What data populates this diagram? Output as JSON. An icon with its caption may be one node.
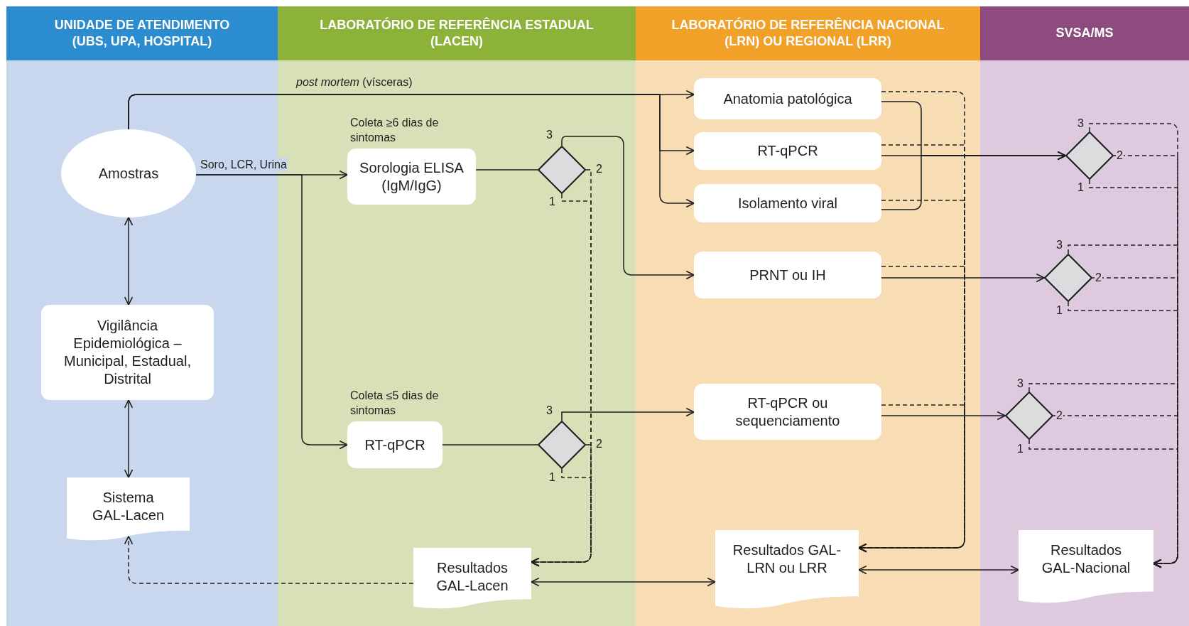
{
  "diagram": {
    "nodes": [
      {
        "text": [
          "UNIDADE DE ATENDIMENTO (UBS, UPA, HOSPITAL)"
        ]
      },
      {
        "text": [
          "LABORATÓRIO DE REFERÊNCIA ESTADUAL (LACEN)"
        ]
      },
      {
        "text": [
          "LABORATÓRIO DE REFERÊNCIA NACIONAL (LRN) OU REGIONAL (LRR)"
        ]
      },
      {
        "text": [
          "SVSA/MS"
        ]
      },
      {
        "text": [
          "Amostras"
        ],
        "in": 0
      },
      {
        "text": [
          "Vigilância Epidemiológica – Municipal, Estadual, Distrital"
        ],
        "in": 0
      },
      {
        "text": [
          "Sistema GAL-Lacen"
        ],
        "in": 0
      },
      {
        "text": [
          "Sorologia ELISA (IgM/IgG)"
        ],
        "beside": [
          "Coleta ≥6 dias de sintomas"
        ],
        "in": 1
      },
      {
        "text": [],
        "shape": "diamond",
        "in": 1
      },
      {
        "text": [
          "RT-qPCR"
        ],
        "beside": [
          "Coleta ≤5 dias de sintomas"
        ],
        "in": 1
      },
      {
        "text": [],
        "shape": "diamond",
        "in": 1
      },
      {
        "text": [
          "Resultados GAL-Lacen"
        ],
        "in": 1
      },
      {
        "text": [
          "Anatomia patológica"
        ],
        "in": 2
      },
      {
        "text": [
          "RT-qPCR"
        ],
        "in": 2
      },
      {
        "text": [
          "Isolamento viral"
        ],
        "in": 2
      },
      {
        "text": [
          "PRNT ou IH"
        ],
        "in": 2
      },
      {
        "text": [
          "RT-qPCR ou sequenciamento"
        ],
        "in": 2
      },
      {
        "text": [
          "Resultados GAL-LRN ou LRR"
        ],
        "in": 2
      },
      {
        "text": [],
        "shape": "diamond",
        "in": 3
      },
      {
        "text": [],
        "shape": "diamond",
        "in": 3
      },
      {
        "text": [],
        "shape": "diamond",
        "in": 3
      },
      {
        "text": [
          "Resultados GAL-Nacional"
        ],
        "in": 3
      }
    ],
    "edges": [
      {
        "from": 4,
        "to": 12,
        "arrow": "to",
        "label": "*post mortem* (vísceras)"
      },
      {
        "from": 4,
        "to": 13,
        "arrow": "to"
      },
      {
        "from": 4,
        "to": 14,
        "arrow": "to"
      },
      {
        "from": 4,
        "to": 7,
        "arrow": "to",
        "label": "Soro, LCR, Urina"
      },
      {
        "from": 4,
        "to": 9,
        "arrow": "to"
      },
      {
        "from": 4,
        "to": 5,
        "arrow": "both"
      },
      {
        "from": 5,
        "to": 6,
        "arrow": "both"
      },
      {
        "from": 7,
        "to": 8,
        "arrow": "none"
      },
      {
        "from": 8,
        "to": 15,
        "arrow": "to",
        "label": "3"
      },
      {
        "from": 8,
        "to": 11,
        "arrow": "to",
        "label": "2",
        "style": "dashed"
      },
      {
        "from": 8,
        "to": 11,
        "arrow": "to",
        "label": "1",
        "style": "dashed"
      },
      {
        "from": 9,
        "to": 10,
        "arrow": "none"
      },
      {
        "from": 10,
        "to": 16,
        "arrow": "to",
        "label": "3"
      },
      {
        "from": 10,
        "to": 11,
        "arrow": "to",
        "label": "2",
        "style": "dashed"
      },
      {
        "from": 10,
        "to": 11,
        "arrow": "to",
        "label": "1",
        "style": "dashed"
      },
      {
        "from": 11,
        "to": 6,
        "arrow": "to",
        "style": "dashed"
      },
      {
        "from": 11,
        "to": 17,
        "arrow": "both"
      },
      {
        "from": 12,
        "to": 18,
        "arrow": "to"
      },
      {
        "from": 13,
        "to": 18,
        "arrow": "to"
      },
      {
        "from": 14,
        "to": 18,
        "arrow": "to"
      },
      {
        "from": 15,
        "to": 19,
        "arrow": "to"
      },
      {
        "from": 16,
        "to": 20,
        "arrow": "to"
      },
      {
        "from": 12,
        "to": 17,
        "arrow": "to",
        "style": "dashed"
      },
      {
        "from": 13,
        "to": 17,
        "arrow": "to",
        "style": "dashed"
      },
      {
        "from": 14,
        "to": 17,
        "arrow": "to",
        "style": "dashed"
      },
      {
        "from": 15,
        "to": 17,
        "arrow": "to",
        "style": "dashed"
      },
      {
        "from": 16,
        "to": 17,
        "arrow": "to",
        "style": "dashed"
      },
      {
        "from": 18,
        "to": 21,
        "arrow": "to",
        "label": "3",
        "style": "dashed"
      },
      {
        "from": 18,
        "to": 21,
        "arrow": "to",
        "label": "2",
        "style": "dashed"
      },
      {
        "from": 18,
        "to": 21,
        "arrow": "to",
        "label": "1",
        "style": "dashed"
      },
      {
        "from": 19,
        "to": 21,
        "arrow": "to",
        "label": "3",
        "style": "dashed"
      },
      {
        "from": 19,
        "to": 21,
        "arrow": "to",
        "label": "2",
        "style": "dashed"
      },
      {
        "from": 19,
        "to": 21,
        "arrow": "to",
        "label": "1",
        "style": "dashed"
      },
      {
        "from": 20,
        "to": 21,
        "arrow": "to",
        "label": "3",
        "style": "dashed"
      },
      {
        "from": 20,
        "to": 21,
        "arrow": "to",
        "label": "2",
        "style": "dashed"
      },
      {
        "from": 20,
        "to": 21,
        "arrow": "to",
        "label": "1",
        "style": "dashed"
      },
      {
        "from": 17,
        "to": 21,
        "arrow": "both"
      }
    ]
  }
}
